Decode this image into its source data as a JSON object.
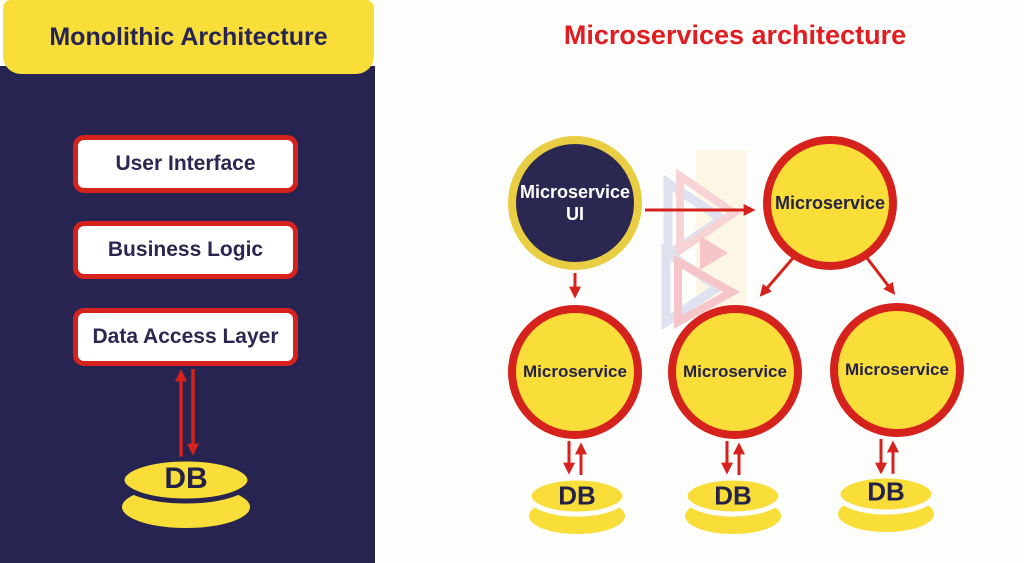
{
  "monolith": {
    "title": "Monolithic Architecture",
    "layers": [
      "User Interface",
      "Business Logic",
      "Data Access Layer"
    ],
    "db": "DB"
  },
  "microservices": {
    "title": "Microservices architecture",
    "ui_node": {
      "line1": "Microservice",
      "line2": "UI"
    },
    "nodes": [
      "Microservice",
      "Microservice",
      "Microservice",
      "Microservice"
    ],
    "dbs": [
      "DB",
      "DB",
      "DB"
    ]
  },
  "colors": {
    "panel_navy": "#272451",
    "accent_yellow": "#F9DE39",
    "arrow_red": "#D6221D",
    "title_red": "#E11D22",
    "text_navy": "#252247",
    "ui_ring_yellow": "#E9CE44",
    "background": "#FDFDFB"
  }
}
